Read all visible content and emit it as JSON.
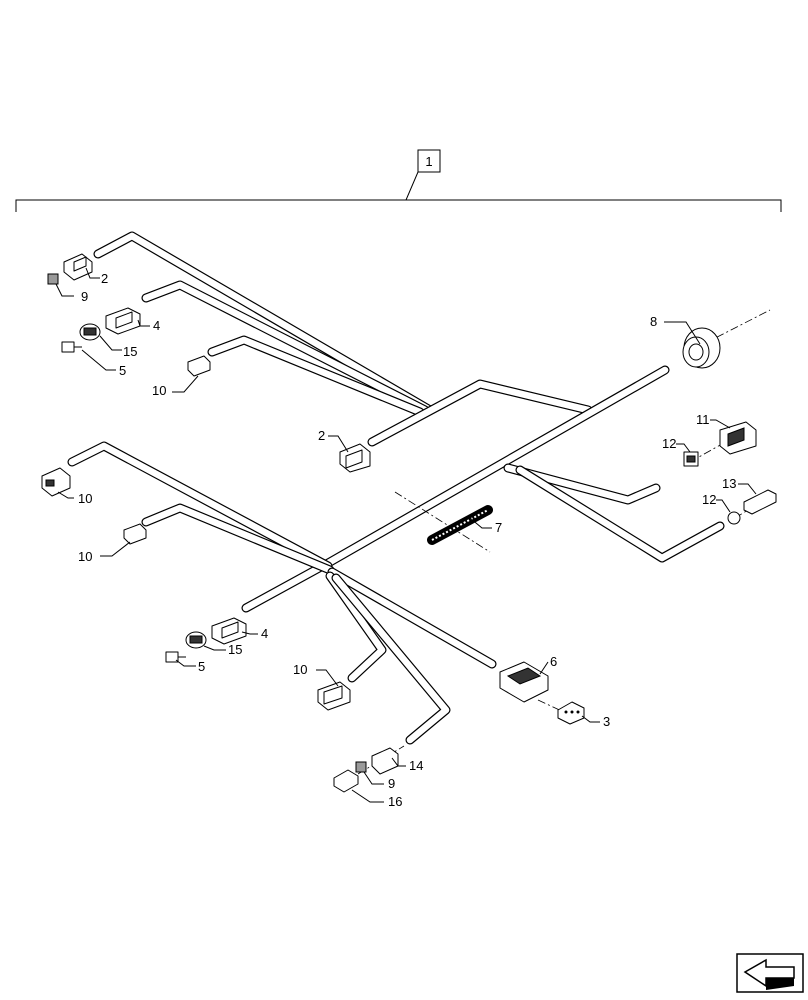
{
  "assembly": {
    "label": "1"
  },
  "callouts": {
    "c2a": "2",
    "c9a": "9",
    "c4a": "4",
    "c15a": "15",
    "c5a": "5",
    "c10a": "10",
    "c8": "8",
    "c2b": "2",
    "c11": "11",
    "c12a": "12",
    "c13": "13",
    "c12b": "12",
    "c10b": "10",
    "c7": "7",
    "c10c": "10",
    "c4b": "4",
    "c15b": "15",
    "c5b": "5",
    "c6": "6",
    "c10d": "10",
    "c3": "3",
    "c14": "14",
    "c9b": "9",
    "c16": "16"
  },
  "icons": {
    "navigation": "previous-page-arrow-icon"
  }
}
